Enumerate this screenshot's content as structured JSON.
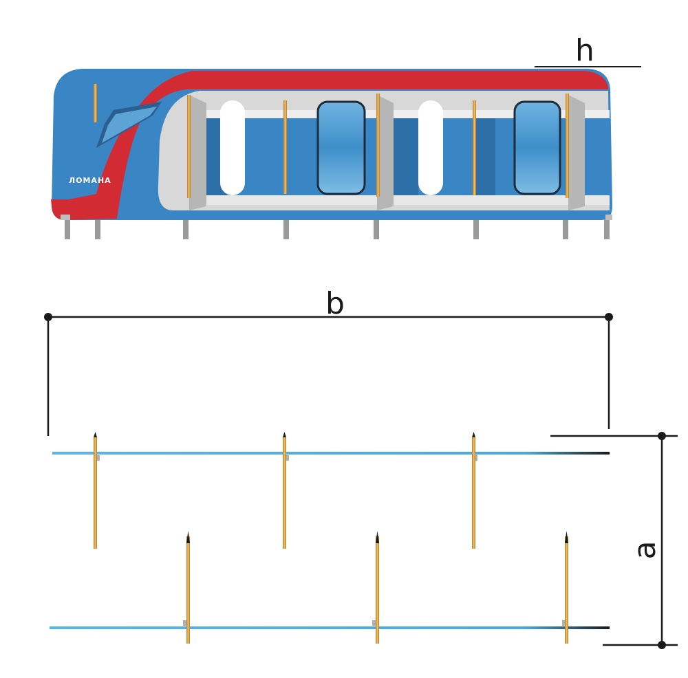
{
  "brand_text": "ЛОМАНА",
  "dimensions": {
    "h": "h",
    "b": "b",
    "a": "a"
  },
  "colors": {
    "body_blue": "#3a85c4",
    "stripe_red": "#d22b34",
    "panel_grey": "#d8d8d8",
    "window_blue": "#4f9bd3",
    "pole_gold": "#e3a545",
    "rail_blue": "#4aa8dc",
    "line_dark": "#1a1a1a"
  },
  "icons": [
    "train-elevation",
    "dimension-line",
    "dimension-dot",
    "handrail-pole"
  ]
}
